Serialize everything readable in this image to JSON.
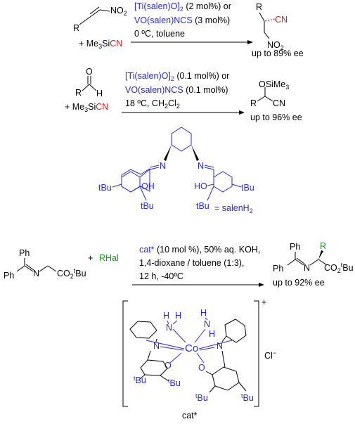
{
  "colors": {
    "catalyst_text": "#2b2bd0",
    "cyanide_highlight": "#d42020",
    "alkyl_highlight": "#1a9a1a",
    "structure_lines": "#000000"
  },
  "reaction1": {
    "r": "R",
    "no2": "NO",
    "no2_sub": "2",
    "plus_reagent_a": "+ Me",
    "plus_reagent_b": "3",
    "plus_reagent_c": "Si",
    "plus_reagent_cn": "CN",
    "cat_line1_a": "[Ti(salen)O]",
    "cat_line1_b": "2",
    "cat_line1_c": " (2 mol%) or",
    "cat_line2_a": "VO(salen)NCS",
    "cat_line2_b": " (3 mol%)",
    "conditions": "0 ºC, toluene",
    "product_r": "R",
    "product_cn": "CN",
    "product_no2": "NO",
    "product_no2_sub": "2",
    "ee": "up to 89% ee"
  },
  "reaction2": {
    "o": "O",
    "r": "R",
    "h": "H",
    "plus_reagent_a": "+ Me",
    "plus_reagent_b": "3",
    "plus_reagent_c": "Si",
    "plus_reagent_cn": "CN",
    "cat_line1_a": "[Ti(salen)O]",
    "cat_line1_b": "2",
    "cat_line1_c": " (0.1 mol%) or",
    "cat_line2_a": "VO(salen)NCS",
    "cat_line2_b": " (0.1 mol%)",
    "conditions_a": "18 ºC, CH",
    "conditions_b": "2",
    "conditions_c": "Cl",
    "conditions_d": "2",
    "product_osime3_a": "OSiMe",
    "product_osime3_b": "3",
    "product_r": "R",
    "product_cn": "CN",
    "ee": "up to 96% ee"
  },
  "salen": {
    "n_left": "N",
    "n_right": "N",
    "tbu_1": "tBu",
    "tbu_2": "tBu",
    "tbu_3": "tBu",
    "tbu_4": "tBu",
    "oh_left": "OH",
    "oh_right": "HO",
    "label_a": "= salenH",
    "label_b": "2"
  },
  "reaction3": {
    "ph_top": "Ph",
    "ph_left": "Ph",
    "n": "N",
    "ester_a": "CO",
    "ester_b": "2",
    "ester_c": "t",
    "ester_d": "Bu",
    "plus": "+",
    "rhal": "RHal",
    "cond_line1_a": "cat*",
    "cond_line1_b": " (10 mol %), 50% aq. KOH,",
    "cond_line2": "1,4-dioxane / toluene (1:3),",
    "cond_line3": "12 h, -40ºC",
    "product_ph_top": "Ph",
    "product_ph_left": "Ph",
    "product_n": "N",
    "product_r": "R",
    "product_ester_a": "CO",
    "product_ester_b": "2",
    "product_ester_c": "t",
    "product_ester_d": "Bu",
    "ee": "up to 92% ee"
  },
  "cobalt_catalyst": {
    "co": "Co",
    "n_amine_left": "N",
    "n_amine_right": "N",
    "h1": "H",
    "h2": "H",
    "h3": "H",
    "h4": "H",
    "n_imine_left": "N",
    "n_imine_right": "N",
    "o_left": "O",
    "o_right": "O",
    "tbu_1": "t",
    "tbu_1b": "Bu",
    "tbu_2": "t",
    "tbu_2b": "Bu",
    "tbu_3": "t",
    "tbu_3b": "Bu",
    "tbu_4": "t",
    "tbu_4b": "Bu",
    "charge": "+",
    "counterion_a": "Cl",
    "counterion_b": "−",
    "label": "cat*"
  }
}
